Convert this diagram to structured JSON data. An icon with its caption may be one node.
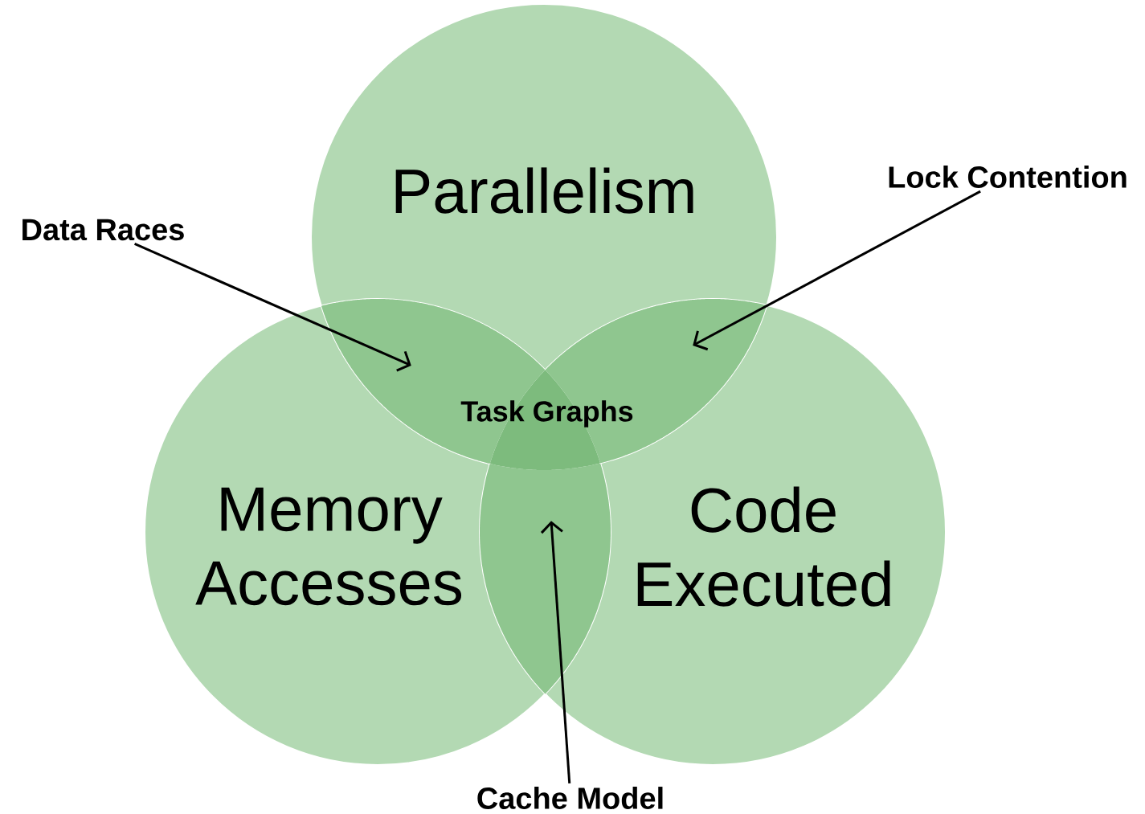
{
  "diagram": {
    "nodes": [
      {
        "text": [
          "Parallelism"
        ]
      },
      {
        "text": [
          "Memory Accesses"
        ]
      },
      {
        "text": [
          "Code Executed"
        ]
      },
      {
        "text": [
          "Data Races"
        ]
      },
      {
        "text": [
          "Lock Contention"
        ]
      },
      {
        "text": [
          "Cache Model"
        ]
      },
      {
        "text": [],
        "shape": "lens"
      },
      {
        "text": [],
        "shape": "lens"
      },
      {
        "text": [],
        "shape": "lens"
      },
      {
        "text": [
          "Task Graphs"
        ]
      }
    ],
    "edges": [
      {
        "from": 3,
        "to": 6,
        "arrow": "to"
      },
      {
        "from": 4,
        "to": 7,
        "arrow": "to"
      },
      {
        "from": 5,
        "to": 8,
        "arrow": "to"
      }
    ]
  }
}
